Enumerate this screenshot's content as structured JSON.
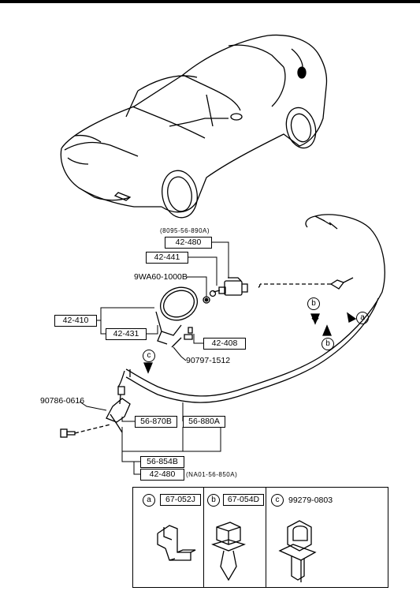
{
  "car_callouts": {
    "cap_assembly": "42-410",
    "cap": "42-431",
    "opener_lock": "42-441",
    "opener_lock_note": "(8095-56-890A)",
    "opener_lock_part": "42-480",
    "bolt": "9WA60-1000B",
    "spring": "42-408",
    "screw": "90797-1512",
    "bolt_lower": "90786-0616",
    "lever": "56-870B",
    "cable": "56-880A",
    "lever_assy": "56-854B",
    "lever_assy_part": "42-480",
    "lever_assy_note": "(NA01-56-850A)"
  },
  "markers": {
    "a": "a",
    "b": "b",
    "c": "c"
  },
  "legend": [
    {
      "marker": "a",
      "part": "67-052J"
    },
    {
      "marker": "b",
      "part": "67-054D"
    },
    {
      "marker": "c",
      "part": "99279-0803"
    }
  ]
}
